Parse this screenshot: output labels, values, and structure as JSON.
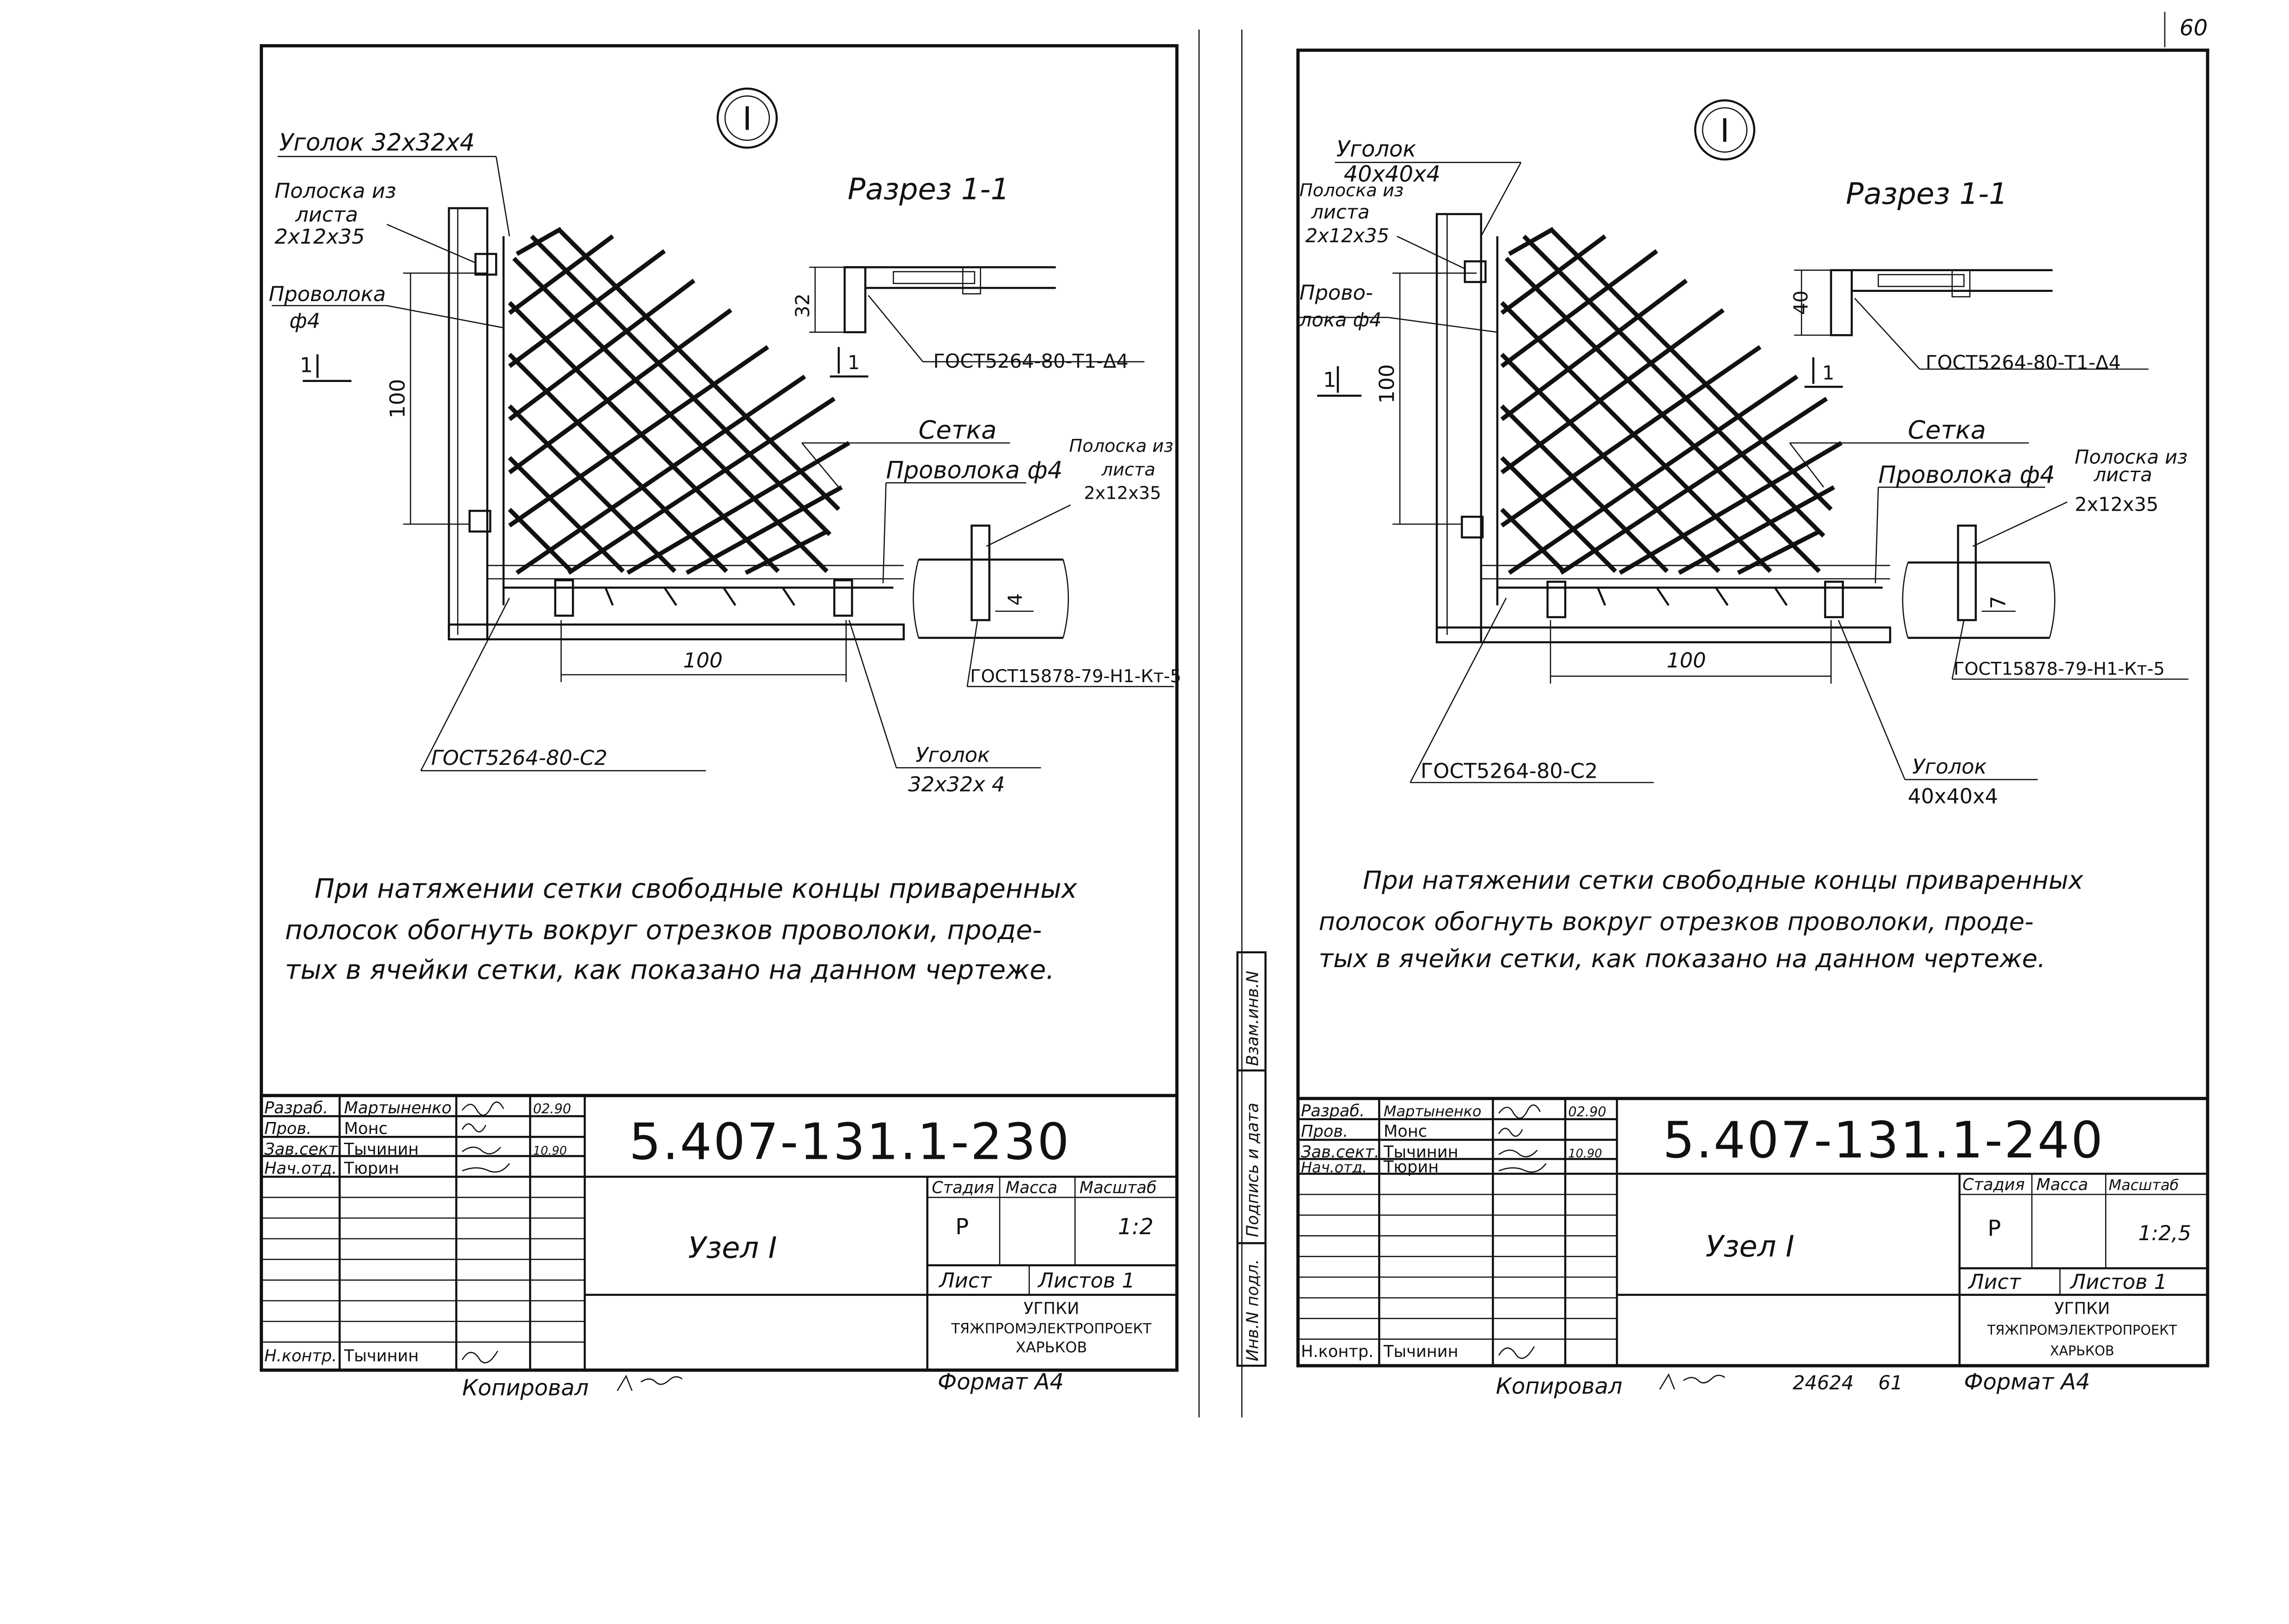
{
  "page_number": "60",
  "sheets": [
    {
      "node_mark": "I",
      "section_title": "Разрез 1-1",
      "section_mark": "1",
      "labels": {
        "angle_top": "Уголок 32x32x4",
        "strip_a": "Полоска из",
        "strip_b": "листа",
        "strip_c": "2x12x35",
        "wire_a": "Проволока",
        "wire_b": "ф4",
        "dim_vertical": "100",
        "dim_horizontal": "100",
        "dim_section": "32",
        "weld_section": "ГОСТ5264-80-Т1-Δ4",
        "mesh": "Сетка",
        "wire_mesh": "Проволока ф4",
        "strip_r_a": "Полоска из",
        "strip_r_b": "листа",
        "strip_r_c": "2x12x35",
        "dim_detail": "4",
        "gost_detail": "ГОСТ15878-79-Н1-Кт-5",
        "weld_corner": "ГОСТ5264-80-С2",
        "angle_bottom_a": "Уголок",
        "angle_bottom_b": "32x32x 4"
      },
      "note": [
        "При натяжении сетки свободные концы приваренных",
        "полосок обогнуть вокруг отрезков проволоки, проде-",
        "тых в ячейки сетки, как показано на данном чертеже."
      ],
      "title_block": {
        "rows": [
          {
            "role": "Разраб.",
            "name": "Мартыненко",
            "date": "02.90"
          },
          {
            "role": "Пров.",
            "name": "Монс",
            "date": ""
          },
          {
            "role": "Зав.сект.",
            "name": "Тычинин",
            "date": "10.90"
          },
          {
            "role": "Нач.отд.",
            "name": "Тюрин",
            "date": ""
          },
          {
            "role": "Н.контр.",
            "name": "Тычинин",
            "date": ""
          }
        ],
        "doc_number": "5.407-131.1-230",
        "title": "Узел I",
        "stage_header": "Стадия",
        "mass_header": "Масса",
        "scale_header": "Масштаб",
        "stage": "Р",
        "scale": "1:2",
        "sheet_label": "Лист",
        "sheets_label": "Листов 1",
        "org_line1": "УГПКИ",
        "org_line2": "ТЯЖПРОМЭЛЕКТРОПРОЕКТ",
        "org_line3": "ХАРЬКОВ"
      },
      "footer_copied": "Копировал",
      "footer_format": "Формат А4"
    },
    {
      "node_mark": "I",
      "section_title": "Разрез 1-1",
      "section_mark": "1",
      "labels": {
        "angle_top_a": "Уголок",
        "angle_top_b": "40x40x4",
        "strip_a": "Полоска из",
        "strip_b": "листа",
        "strip_c": "2x12x35",
        "wire_a": "Прово-",
        "wire_b": "лока ф4",
        "dim_vertical": "100",
        "dim_horizontal": "100",
        "dim_section": "40",
        "weld_section": "ГОСТ5264-80-Т1-Δ4",
        "mesh": "Сетка",
        "wire_mesh": "Проволока ф4",
        "strip_r_a": "Полоска из",
        "strip_r_b": "листа",
        "strip_r_c": "2x12x35",
        "dim_detail": "7",
        "gost_detail": "ГОСТ15878-79-Н1-Кт-5",
        "weld_corner": "ГОСТ5264-80-С2",
        "angle_bottom_a": "Уголок",
        "angle_bottom_b": "40x40x4"
      },
      "note": [
        "При натяжении сетки свободные концы приваренных",
        "полосок обогнуть вокруг отрезков проволоки, проде-",
        "тых в ячейки сетки, как показано на данном чертеже."
      ],
      "side_stamp": [
        "Взам.инв.N",
        "Подпись и дата",
        "Инв.N подл."
      ],
      "title_block": {
        "rows": [
          {
            "role": "Разраб.",
            "name": "Мартыненко",
            "date": "02.90"
          },
          {
            "role": "Пров.",
            "name": "Монс",
            "date": ""
          },
          {
            "role": "Зав.сект.",
            "name": "Тычинин",
            "date": "10.90"
          },
          {
            "role": "Нач.отд.",
            "name": "Тюрин",
            "date": ""
          },
          {
            "role": "Н.контр.",
            "name": "Тычинин",
            "date": ""
          }
        ],
        "doc_number": "5.407-131.1-240",
        "title": "Узел I",
        "stage_header": "Стадия",
        "mass_header": "Масса",
        "scale_header": "Масштаб",
        "stage": "Р",
        "scale": "1:2,5",
        "sheet_label": "Лист",
        "sheets_label": "Листов 1",
        "org_line1": "УГПКИ",
        "org_line2": "ТЯЖПРОМЭЛЕКТРОПРОЕКТ",
        "org_line3": "ХАРЬКОВ"
      },
      "footer_copied": "Копировал",
      "footer_order": "24624",
      "footer_sheet": "61",
      "footer_format": "Формат А4"
    }
  ]
}
